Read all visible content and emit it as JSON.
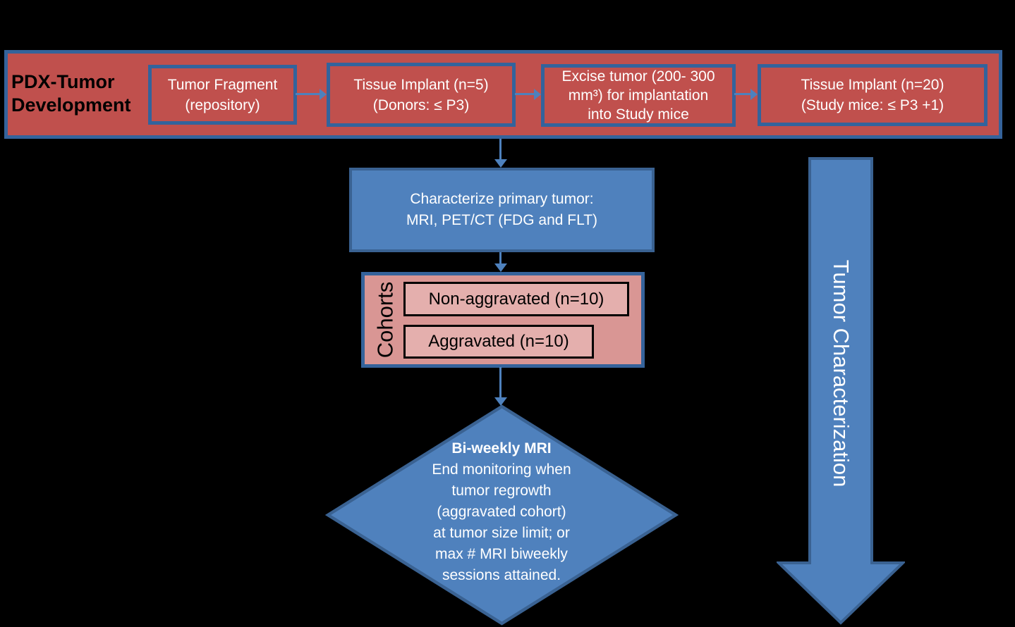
{
  "colors": {
    "background": "#000000",
    "banner_fill": "#C0504D",
    "banner_border": "#35639B",
    "step_box_border": "#33639C",
    "blue_fill": "#4F81BD",
    "blue_border": "#3A6292",
    "pink_fill": "#D99694",
    "pink_item_fill": "#E4AFAD",
    "connector_blue": "#4E81BD",
    "banner_title_text": "#000000",
    "box_text": "#FFFFFF"
  },
  "banner": {
    "title": "PDX-Tumor Development",
    "steps": [
      {
        "lines": [
          "Tumor Fragment",
          "(repository)"
        ]
      },
      {
        "lines": [
          "Tissue Implant (n=5)",
          "(Donors: ≤ P3)"
        ]
      },
      {
        "lines": [
          "Excise tumor (200- 300",
          "mm³) for implantation",
          "into Study mice"
        ]
      },
      {
        "lines": [
          "Tissue Implant (n=20)",
          "(Study mice: ≤ P3 +1)"
        ]
      }
    ]
  },
  "characterize_box": {
    "lines": [
      "Characterize primary tumor:",
      "MRI, PET/CT (FDG and FLT)"
    ]
  },
  "cohorts": {
    "label": "Cohorts",
    "groups": [
      "Non-aggravated (n=10)",
      "Aggravated (n=10)"
    ]
  },
  "decision_diamond": {
    "title": "Bi-weekly MRI",
    "lines": [
      "End monitoring when",
      "tumor regrowth",
      "(aggravated cohort)",
      "at tumor size limit; or",
      "max # MRI biweekly",
      "sessions attained."
    ]
  },
  "timeline_arrow": {
    "label": "Tumor Characterization"
  }
}
